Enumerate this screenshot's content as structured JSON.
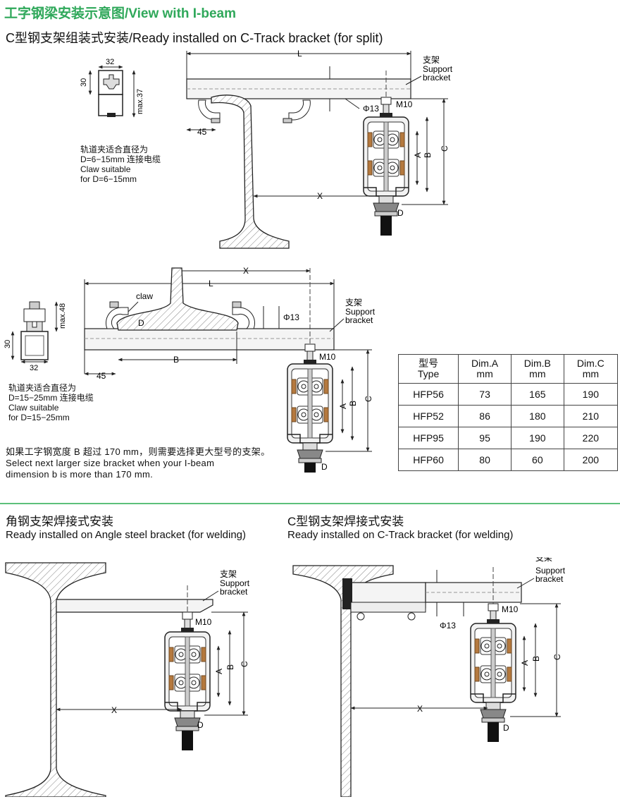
{
  "page": {
    "main_title": "工字钢梁安装示意图/View with I-beam",
    "sub_title": "C型钢支架组装式安装/Ready installed on C-Track bracket (for split)"
  },
  "diagram1": {
    "clamp_width": "32",
    "clamp_height": "30",
    "clamp_max": "max.37",
    "dim_L": "L",
    "dim_45": "45",
    "dim_X": "X",
    "dim_A": "A",
    "dim_B": "B",
    "dim_C": "C",
    "dim_D": "D",
    "phi13": "Φ13",
    "m10": "M10",
    "support_cn": "支架",
    "support_en1": "Support",
    "support_en2": "bracket",
    "claw_note": [
      "轨道夹适合直径为",
      "D=6−15mm 连接电缆",
      "Claw suitable",
      "for D=6−15mm"
    ]
  },
  "diagram2": {
    "clamp_width": "32",
    "clamp_height": "30",
    "clamp_max": "max.48",
    "dim_L": "L",
    "dim_45": "45",
    "dim_X": "X",
    "dim_B_beam": "B",
    "dim_A": "A",
    "dim_B": "B",
    "dim_C": "C",
    "dim_D": "D",
    "phi13": "Φ13",
    "m10": "M10",
    "claw_label": "claw",
    "claw_d": "D",
    "support_cn": "支架",
    "support_en1": "Support",
    "support_en2": "bracket",
    "claw_note": [
      "轨道夹适合直径为",
      "D=15−25mm 连接电缆",
      "Claw suitable",
      "for D=15−25mm"
    ],
    "size_note": [
      "如果工字钢宽度 B 超过 170 mm，则需要选择更大型号的支架。",
      "Select next larger size bracket when your I-beam",
      "dimension b is more than 170 mm."
    ]
  },
  "dims_table": {
    "headers": [
      [
        "型号",
        "Type"
      ],
      [
        "Dim.A",
        "mm"
      ],
      [
        "Dim.B",
        "mm"
      ],
      [
        "Dim.C",
        "mm"
      ]
    ],
    "rows": [
      [
        "HFP56",
        "73",
        "165",
        "190"
      ],
      [
        "HFP52",
        "86",
        "180",
        "210"
      ],
      [
        "HFP95",
        "95",
        "190",
        "220"
      ],
      [
        "HFP60",
        "80",
        "60",
        "200"
      ]
    ]
  },
  "section_left": {
    "title": "角钢支架焊接式安装",
    "subtitle": "Ready installed on Angle steel bracket (for welding)",
    "support_cn": "支架",
    "support_en1": "Support",
    "support_en2": "bracket",
    "m10": "M10",
    "dim_A": "A",
    "dim_B": "B",
    "dim_C": "C",
    "dim_X": "X",
    "dim_D": "D"
  },
  "section_right": {
    "title": "C型钢支架焊接式安装",
    "subtitle": "Ready installed on C-Track bracket (for welding)",
    "support_cn": "支架",
    "support_en1": "Support",
    "support_en2": "bracket",
    "m10": "M10",
    "phi13": "Φ13",
    "dim_A": "A",
    "dim_B": "B",
    "dim_C": "C",
    "dim_X": "X",
    "dim_D": "D"
  },
  "colors": {
    "title_green": "#2fa85a",
    "divider_green": "#5cc07a",
    "roller_brown": "#b5793e"
  }
}
